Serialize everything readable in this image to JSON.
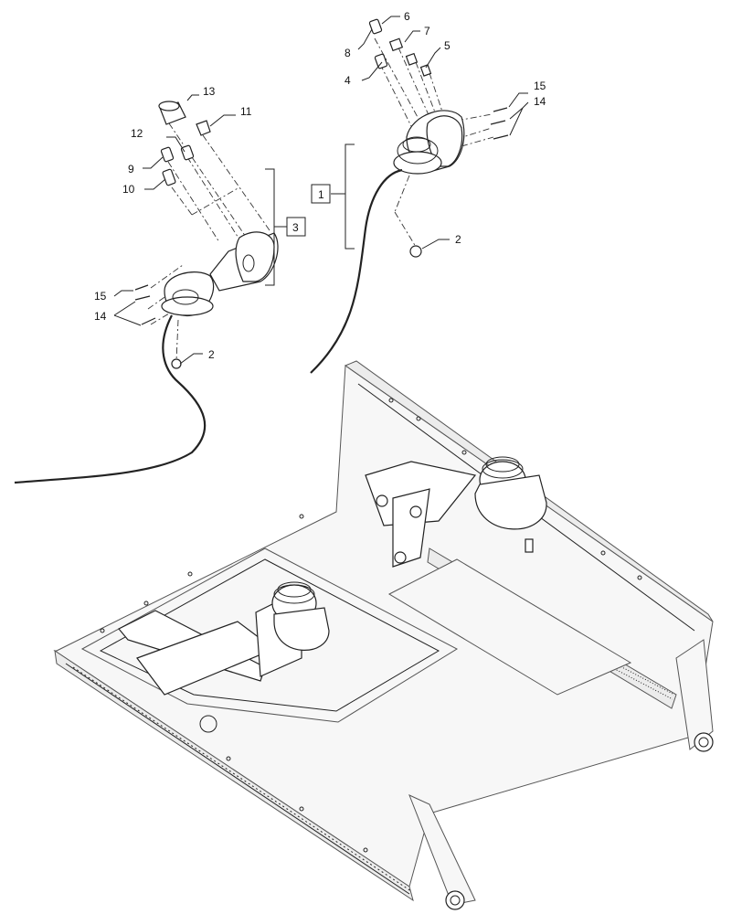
{
  "callouts": [
    {
      "id": "c13",
      "text": "13"
    },
    {
      "id": "c11",
      "text": "11"
    },
    {
      "id": "c12",
      "text": "12"
    },
    {
      "id": "c9",
      "text": "9"
    },
    {
      "id": "c10",
      "text": "10"
    },
    {
      "id": "c3",
      "text": "3"
    },
    {
      "id": "c15a",
      "text": "15"
    },
    {
      "id": "c14a",
      "text": "14"
    },
    {
      "id": "c2a",
      "text": "2"
    },
    {
      "id": "c6",
      "text": "6"
    },
    {
      "id": "c8",
      "text": "8"
    },
    {
      "id": "c7",
      "text": "7"
    },
    {
      "id": "c5",
      "text": "5"
    },
    {
      "id": "c4",
      "text": "4"
    },
    {
      "id": "c15b",
      "text": "15"
    },
    {
      "id": "c14b",
      "text": "14"
    },
    {
      "id": "c1",
      "text": "1"
    },
    {
      "id": "c2b",
      "text": "2"
    }
  ]
}
